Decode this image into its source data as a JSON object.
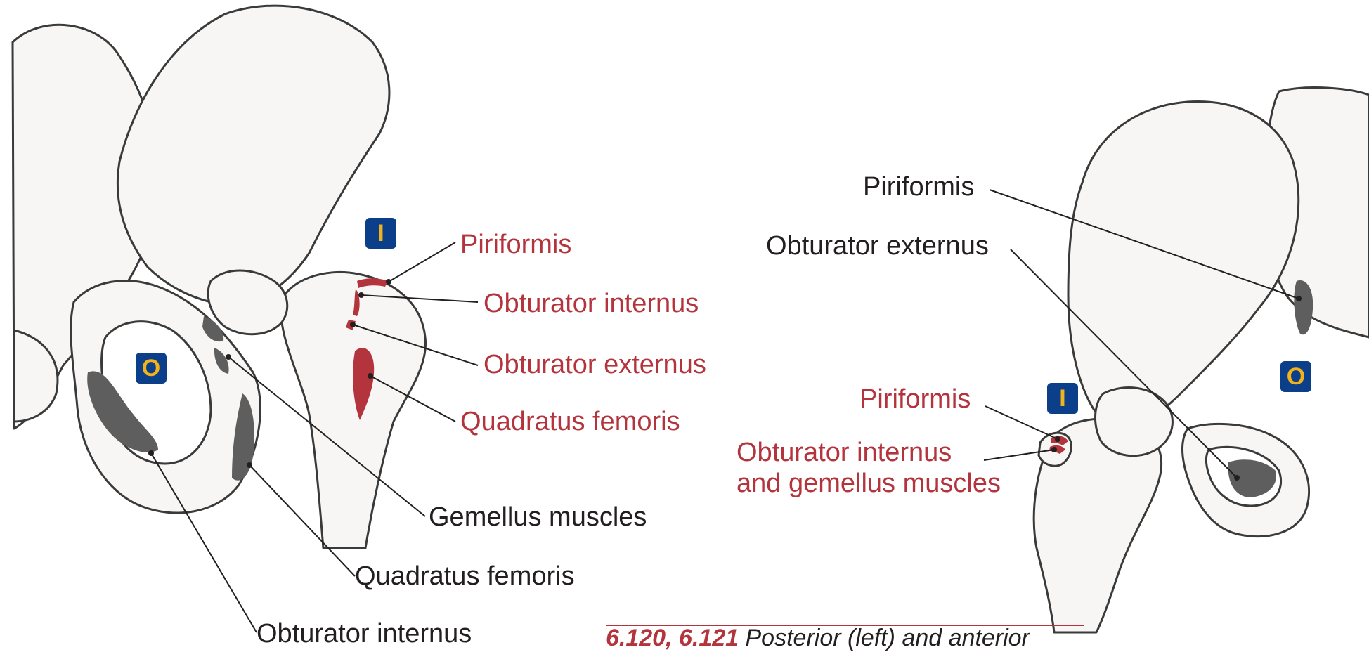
{
  "badges": {
    "insertion": "I",
    "origin": "O"
  },
  "posterior_view": {
    "red_labels": {
      "piriformis": "Piriformis",
      "obturator_internus": "Obturator internus",
      "obturator_externus": "Obturator externus",
      "quadratus_femoris": "Quadratus femoris"
    },
    "black_labels": {
      "gemellus": "Gemellus muscles",
      "quadratus_femoris": "Quadratus femoris",
      "obturator_internus": "Obturator internus"
    }
  },
  "anterior_view": {
    "black_labels": {
      "piriformis": "Piriformis",
      "obturator_externus": "Obturator externus"
    },
    "red_labels": {
      "piriformis": "Piriformis",
      "obturator_internus_line1": "Obturator internus",
      "obturator_internus_line2": "and gemellus muscles"
    }
  },
  "caption": {
    "number": "6.120, 6.121",
    "text": " Posterior (left) and anterior"
  },
  "colors": {
    "label_red": "#b3343c",
    "label_black": "#231f20",
    "badge_blue": "#0b3f8a",
    "badge_text": "#f2b21b",
    "attachment_gray": "#5e5e5e",
    "attachment_red": "#b3343c"
  }
}
